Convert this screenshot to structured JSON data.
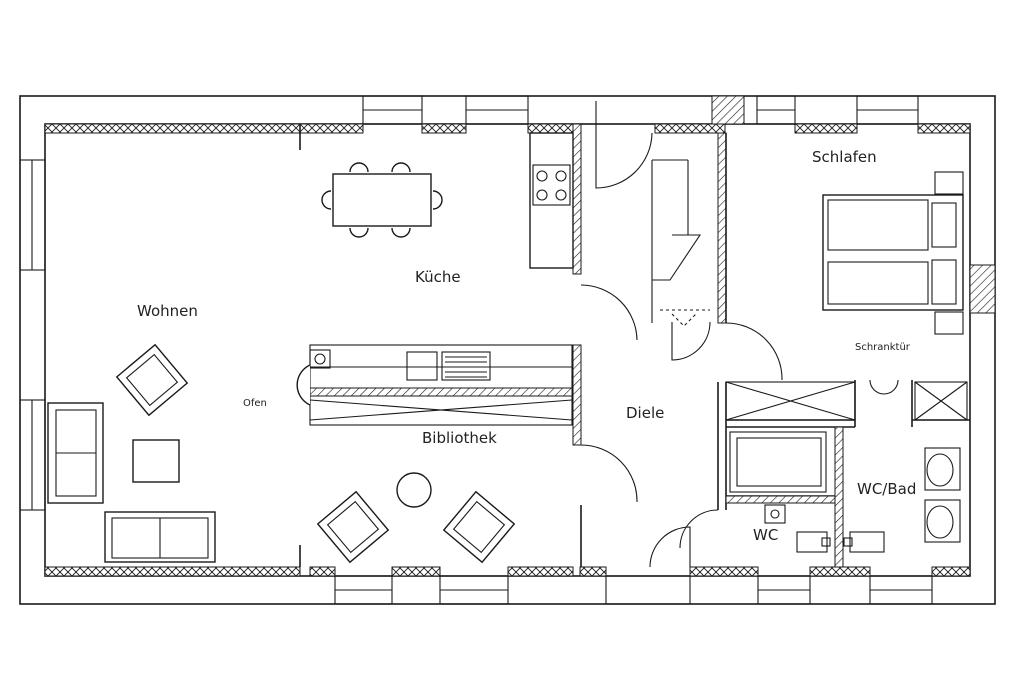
{
  "rooms": {
    "wohnen": "Wohnen",
    "kueche": "Küche",
    "schlafen": "Schlafen",
    "bibliothek": "Bibliothek",
    "diele": "Diele",
    "wc": "WC",
    "wc_bad": "WC/Bad"
  },
  "labels": {
    "ofen": "Ofen",
    "schranktuer": "Schranktür"
  },
  "colors": {
    "line": "#1a1a1a",
    "background": "#ffffff"
  }
}
